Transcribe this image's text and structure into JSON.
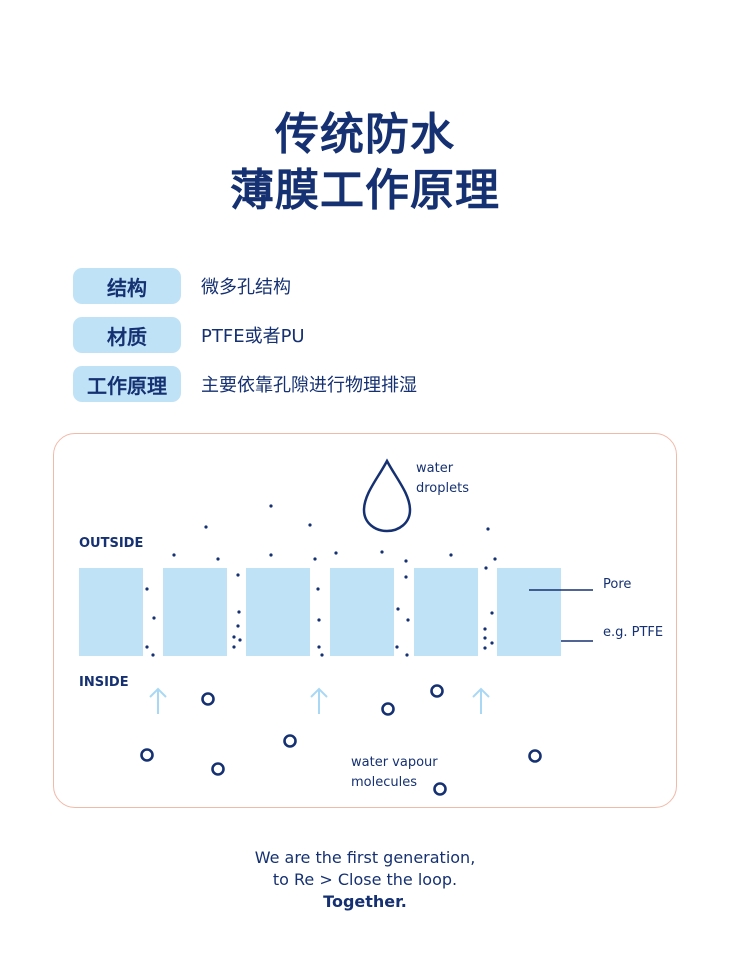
{
  "title": {
    "line1": "传统防水",
    "line2": "薄膜工作原理"
  },
  "properties": [
    {
      "label": "结构",
      "value": "微多孔结构"
    },
    {
      "label": "材质",
      "value": "PTFE或者PU"
    },
    {
      "label": "工作原理",
      "value": "主要依靠孔隙进行物理排湿"
    }
  ],
  "diagram": {
    "outside_label": "OUTSIDE",
    "inside_label": "INSIDE",
    "droplet_label_1": "water",
    "droplet_label_2": "droplets",
    "pore_label": "Pore",
    "material_label": "e.g. PTFE",
    "vapour_label_1": "water vapour",
    "vapour_label_2": "molecules",
    "colors": {
      "navy": "#163172",
      "membrane": "#bfe2f7",
      "border": "#f2b9a9"
    }
  },
  "footer": {
    "line1": "We are the first generation,",
    "line2": "to Re > Close the loop.",
    "line3": "Together."
  }
}
